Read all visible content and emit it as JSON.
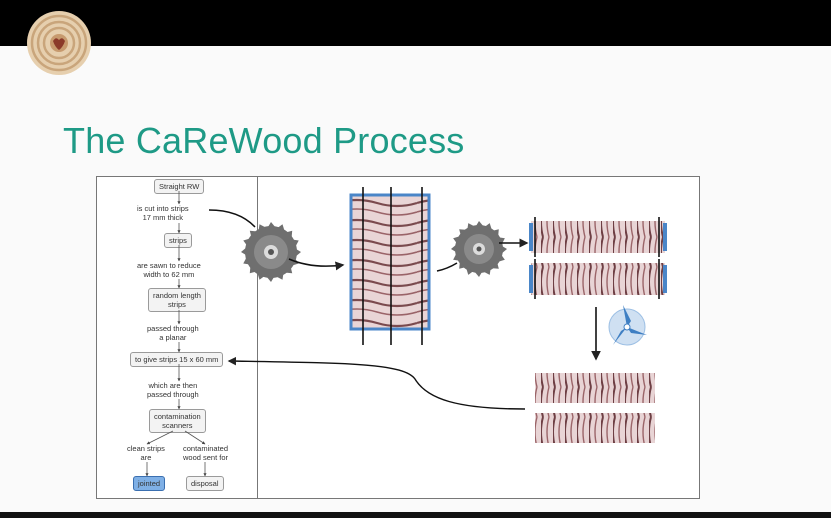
{
  "slide": {
    "title": "The CaReWood Process"
  },
  "flow": {
    "nodes": [
      {
        "id": "straight-rw",
        "text": "Straight RW",
        "style": "box"
      },
      {
        "id": "cut-strips",
        "text": "is cut into strips\n17 mm thick",
        "style": "label"
      },
      {
        "id": "strips",
        "text": "strips",
        "style": "box"
      },
      {
        "id": "sawn-reduce",
        "text": "are sawn to reduce\nwidth to 62 mm",
        "style": "label"
      },
      {
        "id": "random-length",
        "text": "random length\nstrips",
        "style": "box"
      },
      {
        "id": "passed-planar",
        "text": "passed through\na planar",
        "style": "label"
      },
      {
        "id": "give-strips",
        "text": "to give strips 15 x 60 mm",
        "style": "box"
      },
      {
        "id": "passed-through",
        "text": "which are then\npassed through",
        "style": "label"
      },
      {
        "id": "contamination",
        "text": "contamination\nscanners",
        "style": "box"
      },
      {
        "id": "clean-strips",
        "text": "clean strips\nare",
        "style": "label"
      },
      {
        "id": "contaminated",
        "text": "contaminated\nwood sent for",
        "style": "label"
      },
      {
        "id": "jointed",
        "text": "jointed",
        "style": "box-blue"
      },
      {
        "id": "disposal",
        "text": "disposal",
        "style": "box"
      }
    ]
  },
  "colors": {
    "title": "#1e9a86",
    "blade": "#6f6f6f",
    "wood": "#b48e88",
    "accent_blue": "#4a86c8"
  },
  "icons": [
    "saw-blade-icon",
    "planer-icon",
    "logo-rings-icon"
  ]
}
